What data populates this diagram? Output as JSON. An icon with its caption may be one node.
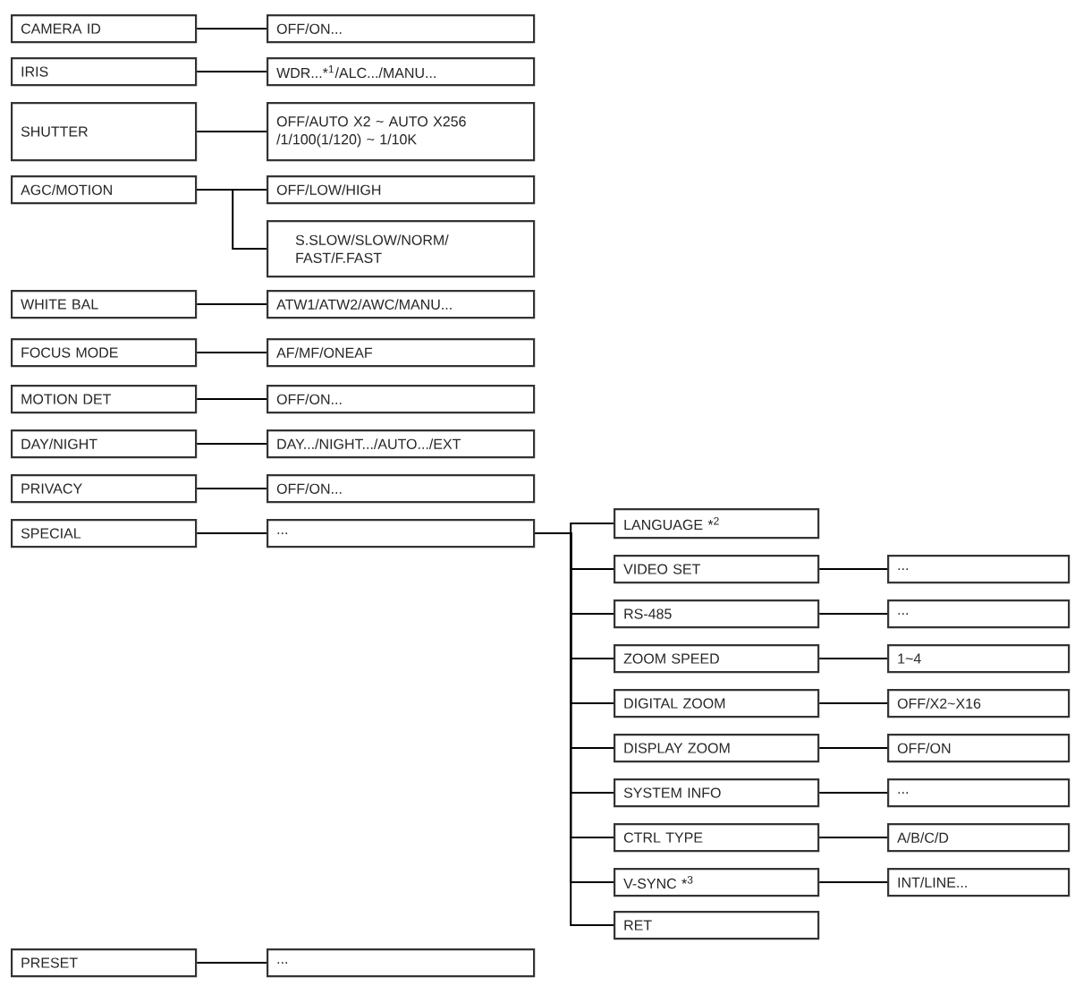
{
  "diagram": {
    "nodes": [
      {
        "text": [
          "CAMERA ID"
        ]
      },
      {
        "text": [
          "OFF/ON..."
        ]
      },
      {
        "text": [
          "IRIS"
        ]
      },
      {
        "text": [
          "WDR...*$^{1}$/ALC.../MANU..."
        ]
      },
      {
        "text": [
          "SHUTTER"
        ]
      },
      {
        "text": [
          "OFF/AUTO X2 ~ AUTO X256 /1/100(1/120) ~ 1/10K"
        ]
      },
      {
        "text": [
          "AGC/MOTION"
        ]
      },
      {
        "text": [
          "OFF/LOW/HIGH"
        ]
      },
      {
        "text": [
          "S.SLOW/SLOW/NORM/ FAST/F.FAST"
        ]
      },
      {
        "text": [
          "WHITE BAL"
        ]
      },
      {
        "text": [
          "ATW1/ATW2/AWC/MANU..."
        ]
      },
      {
        "text": [
          "FOCUS MODE"
        ]
      },
      {
        "text": [
          "AF/MF/ONEAF"
        ]
      },
      {
        "text": [
          "MOTION DET"
        ]
      },
      {
        "text": [
          "OFF/ON..."
        ]
      },
      {
        "text": [
          "DAY/NIGHT"
        ]
      },
      {
        "text": [
          "DAY.../NIGHT.../AUTO.../EXT"
        ]
      },
      {
        "text": [
          "PRIVACY"
        ]
      },
      {
        "text": [
          "OFF/ON..."
        ]
      },
      {
        "text": [
          "SPECIAL"
        ]
      },
      {
        "text": [
          "..."
        ]
      },
      {
        "text": [
          "LANGUAGE *$^{2}$"
        ]
      },
      {
        "text": [
          "VIDEO SET"
        ]
      },
      {
        "text": [
          "..."
        ]
      },
      {
        "text": [
          "RS-485"
        ]
      },
      {
        "text": [
          "..."
        ]
      },
      {
        "text": [
          "ZOOM SPEED"
        ]
      },
      {
        "text": [
          "1~4"
        ]
      },
      {
        "text": [
          "DIGITAL ZOOM"
        ]
      },
      {
        "text": [
          "OFF/X2~X16"
        ]
      },
      {
        "text": [
          "DISPLAY ZOOM"
        ]
      },
      {
        "text": [
          "OFF/ON"
        ]
      },
      {
        "text": [
          "SYSTEM INFO"
        ]
      },
      {
        "text": [
          "..."
        ]
      },
      {
        "text": [
          "CTRL TYPE"
        ]
      },
      {
        "text": [
          "A/B/C/D"
        ]
      },
      {
        "text": [
          "V-SYNC *$^{3}$"
        ]
      },
      {
        "text": [
          "INT/LINE..."
        ]
      },
      {
        "text": [
          "RET"
        ]
      },
      {
        "text": [
          "PRESET"
        ]
      },
      {
        "text": [
          "..."
        ]
      }
    ],
    "edges": [
      {
        "from": 0,
        "to": 1,
        "arrow": "none"
      },
      {
        "from": 2,
        "to": 3,
        "arrow": "none"
      },
      {
        "from": 4,
        "to": 5,
        "arrow": "none"
      },
      {
        "from": 6,
        "to": 7,
        "arrow": "none"
      },
      {
        "from": 6,
        "to": 8,
        "arrow": "none"
      },
      {
        "from": 9,
        "to": 10,
        "arrow": "none"
      },
      {
        "from": 11,
        "to": 12,
        "arrow": "none"
      },
      {
        "from": 13,
        "to": 14,
        "arrow": "none"
      },
      {
        "from": 15,
        "to": 16,
        "arrow": "none"
      },
      {
        "from": 17,
        "to": 18,
        "arrow": "none"
      },
      {
        "from": 19,
        "to": 20,
        "arrow": "none"
      },
      {
        "from": 20,
        "to": 21,
        "arrow": "none"
      },
      {
        "from": 20,
        "to": 22,
        "arrow": "none"
      },
      {
        "from": 20,
        "to": 24,
        "arrow": "none"
      },
      {
        "from": 20,
        "to": 26,
        "arrow": "none"
      },
      {
        "from": 20,
        "to": 28,
        "arrow": "none"
      },
      {
        "from": 20,
        "to": 30,
        "arrow": "none"
      },
      {
        "from": 20,
        "to": 32,
        "arrow": "none"
      },
      {
        "from": 20,
        "to": 34,
        "arrow": "none"
      },
      {
        "from": 20,
        "to": 36,
        "arrow": "none"
      },
      {
        "from": 20,
        "to": 38,
        "arrow": "none"
      },
      {
        "from": 22,
        "to": 23,
        "arrow": "none"
      },
      {
        "from": 24,
        "to": 25,
        "arrow": "none"
      },
      {
        "from": 26,
        "to": 27,
        "arrow": "none"
      },
      {
        "from": 28,
        "to": 29,
        "arrow": "none"
      },
      {
        "from": 30,
        "to": 31,
        "arrow": "none"
      },
      {
        "from": 32,
        "to": 33,
        "arrow": "none"
      },
      {
        "from": 34,
        "to": 35,
        "arrow": "none"
      },
      {
        "from": 36,
        "to": 37,
        "arrow": "none"
      },
      {
        "from": 39,
        "to": 40,
        "arrow": "none"
      }
    ]
  }
}
